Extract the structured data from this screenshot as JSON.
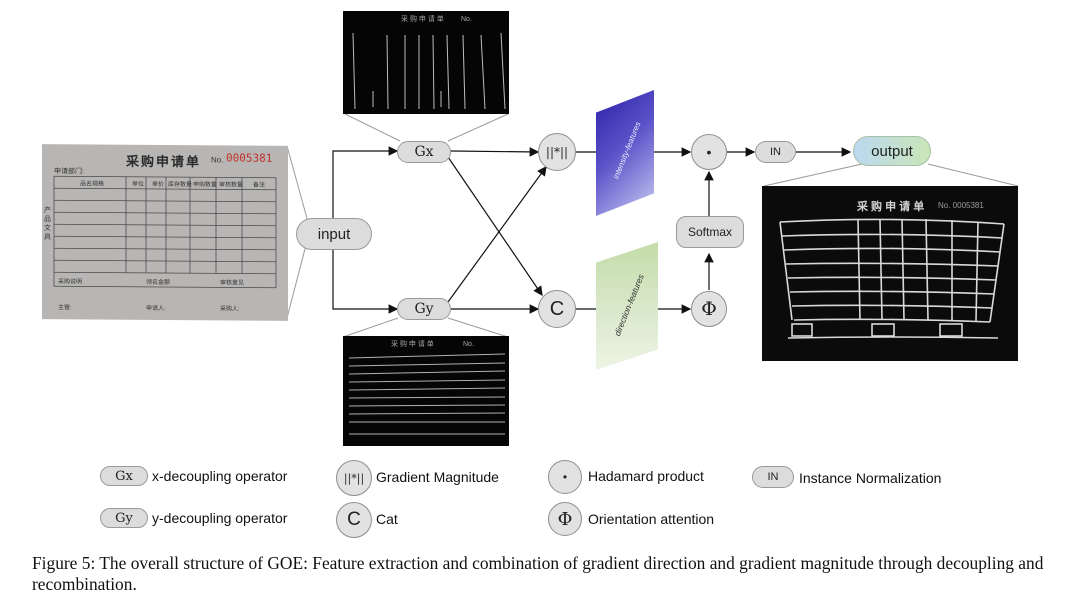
{
  "nodes": {
    "input": "input",
    "gx": "Gx",
    "gy": "Gy",
    "grad_mag": "||*||",
    "cat": "C",
    "hadamard": "•",
    "phi": "Φ",
    "softmax": "Softmax",
    "in": "IN",
    "output": "output"
  },
  "features": {
    "intensity": "intensity-features",
    "direction": "direction-features"
  },
  "form": {
    "title": "采购申请单",
    "number_label": "No.",
    "number": "0005381",
    "row_label": "申请部门:",
    "columns": [
      "品名规格",
      "单位",
      "单价",
      "库存数量",
      "申购数量",
      "审核数量",
      "备注"
    ],
    "side_text": "产品文具",
    "bottom_left": "采购说明",
    "bottom_mid": "领名金额",
    "bottom_right": "审核意见",
    "sign_1": "主管:",
    "sign_2": "申请人:",
    "sign_3": "采购人:"
  },
  "legend": {
    "gx": {
      "symbol": "Gx",
      "text": "x-decoupling operator"
    },
    "gy": {
      "symbol": "Gy",
      "text": "y-decoupling operator"
    },
    "grad": {
      "symbol": "||*||",
      "text": "Gradient Magnitude"
    },
    "cat": {
      "symbol": "C",
      "text": "Cat"
    },
    "had": {
      "symbol": "•",
      "text": "Hadamard product"
    },
    "phi": {
      "symbol": "Φ",
      "text": "Orientation attention"
    },
    "in": {
      "symbol": "IN",
      "text": "Instance Normalization"
    }
  },
  "caption": "Figure 5: The overall structure of GOE: Feature extraction and combination of gradient direction and gradient magnitude through decoupling and recombination.",
  "colors": {
    "node_fill": "#dcdcdc",
    "output_fill_start": "#bcd8f0",
    "output_fill_end": "#c9e6b8",
    "intensity_start": "#2a1fa8",
    "intensity_end": "#c9ccf2",
    "direction_start": "#c4dca8",
    "direction_end": "#eef4e4"
  }
}
